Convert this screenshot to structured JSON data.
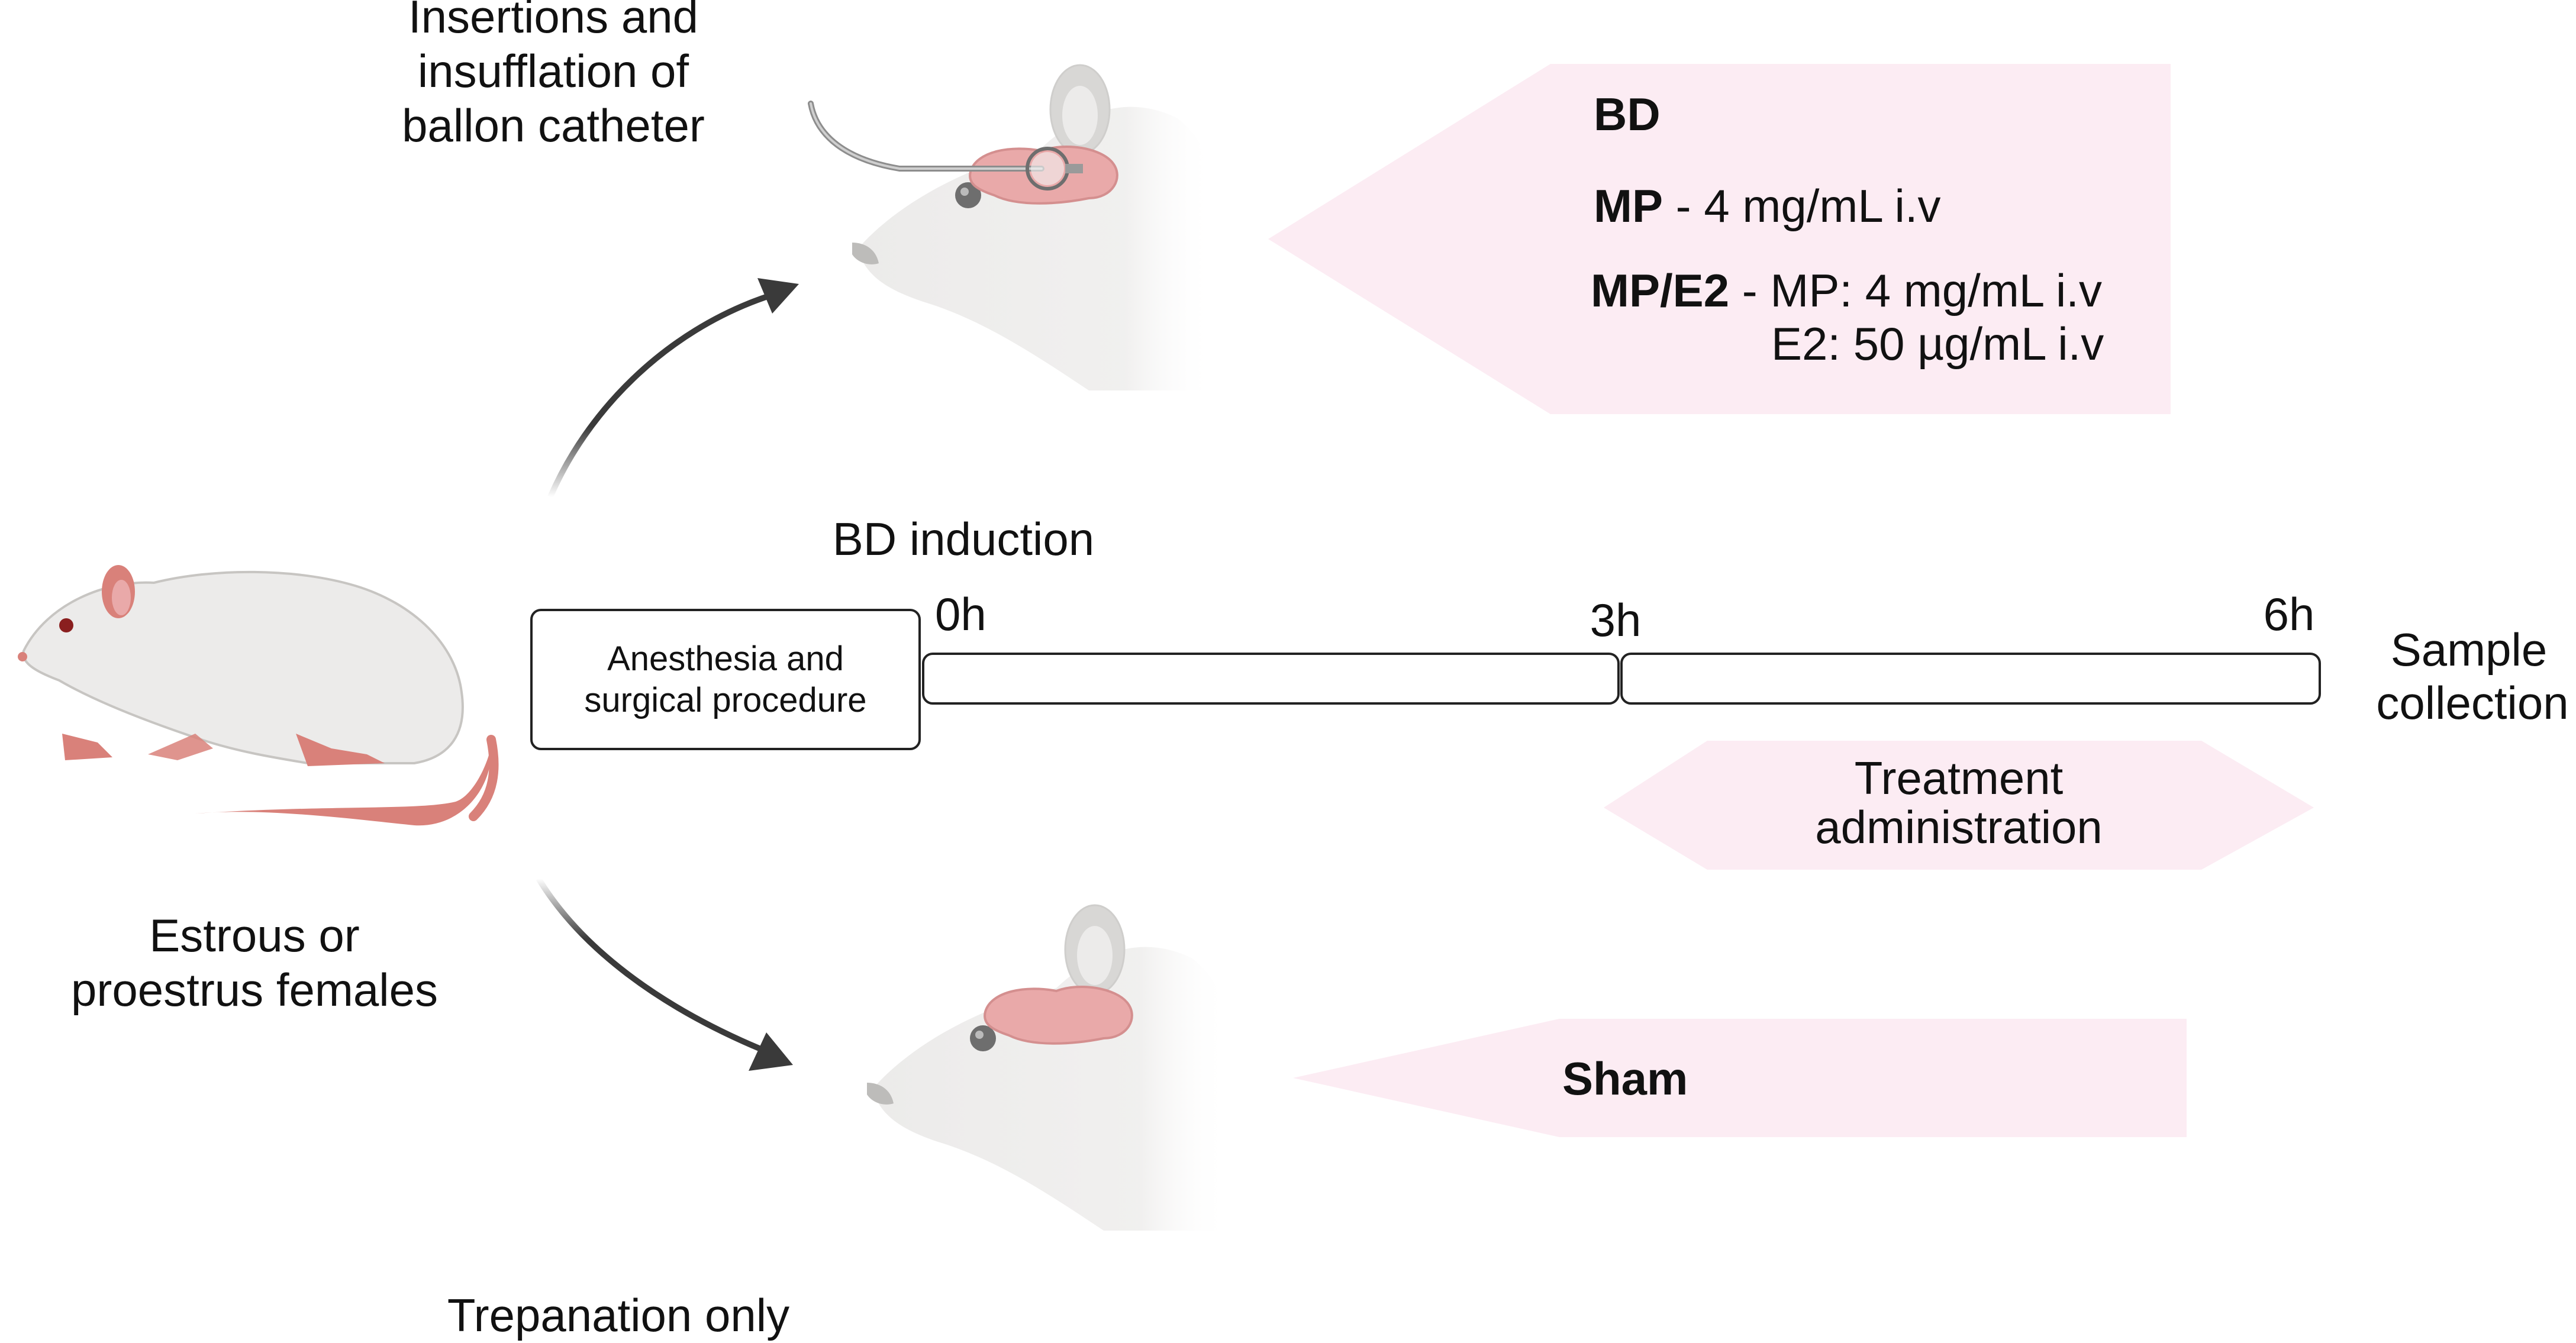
{
  "labels": {
    "insertion_line1": "Insertions and",
    "insertion_line2": "insufflation of",
    "insertion_line3": "ballon catheter",
    "bd_induction": "BD induction",
    "estrous_line1": "Estrous or",
    "estrous_line2": "proestrus females",
    "trepanation": "Trepanation only",
    "sample_line1": "Sample",
    "sample_line2": "collection"
  },
  "timeline": {
    "anesthesia_line1": "Anesthesia and",
    "anesthesia_line2": "surgical procedure",
    "t0": "0h",
    "t3": "3h",
    "t6": "6h",
    "treatment_line1": "Treatment",
    "treatment_line2": "administration"
  },
  "groups": {
    "bd_title": "BD",
    "mp_title": "MP",
    "mp_text": " - 4 mg/mL i.v",
    "mpe2_title": "MP/E2",
    "mpe2_text": " - MP: 4 mg/mL i.v",
    "mpe2_text2": "E2: 50 µg/mL i.v",
    "sham_title": "Sham"
  },
  "colors": {
    "panel_pink": "#fcecf3",
    "arrow_gray": "#3a3a3a",
    "rat_body": "#ecebea",
    "rat_tail": "#d9817a",
    "brain_pink": "#e9a9a9"
  }
}
